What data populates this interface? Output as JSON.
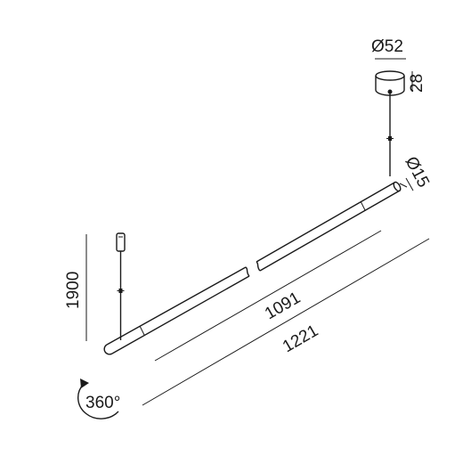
{
  "dimensions": {
    "canopy_diameter": "Ø52",
    "canopy_height": "28",
    "tube_diameter": "Ø15",
    "inner_length": "1091",
    "overall_length": "1221",
    "suspension_height": "1900",
    "rotation": "360°"
  },
  "colors": {
    "ink": "#1a1a1a",
    "background": "#ffffff"
  }
}
